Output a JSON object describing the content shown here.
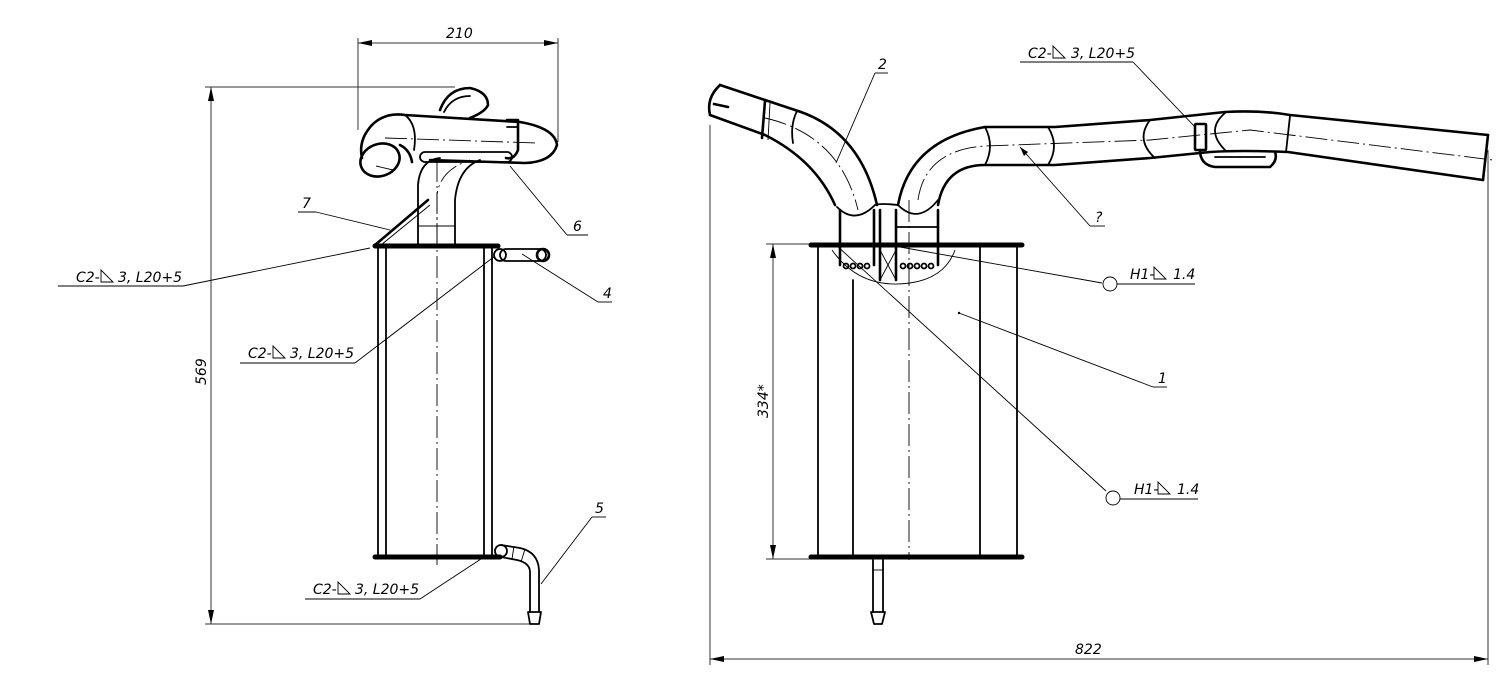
{
  "drawing": {
    "colors": {
      "line": "#000000",
      "background": "#ffffff"
    },
    "left_view": {
      "dimensions": {
        "width": "210",
        "height": "569"
      },
      "callouts": [
        {
          "id": "7",
          "label": "7"
        },
        {
          "id": "6",
          "label": "6"
        },
        {
          "id": "4",
          "label": "4"
        },
        {
          "id": "5",
          "label": "5"
        }
      ],
      "weld_notes": [
        {
          "prefix": "C2-",
          "text": "3, L20+5"
        },
        {
          "prefix": "C2-",
          "text": "3, L20+5"
        },
        {
          "prefix": "C2-",
          "text": "3, L20+5"
        }
      ]
    },
    "right_view": {
      "dimensions": {
        "width": "822",
        "height": "334*"
      },
      "callouts": [
        {
          "id": "2",
          "label": "2"
        },
        {
          "id": "?",
          "label": "?"
        },
        {
          "id": "1",
          "label": "1"
        }
      ],
      "weld_notes": [
        {
          "prefix": "C2-",
          "text": "3, L20+5"
        },
        {
          "prefix": "H1-",
          "text": "1.4"
        },
        {
          "prefix": "H1-",
          "text": "1.4"
        }
      ]
    }
  }
}
